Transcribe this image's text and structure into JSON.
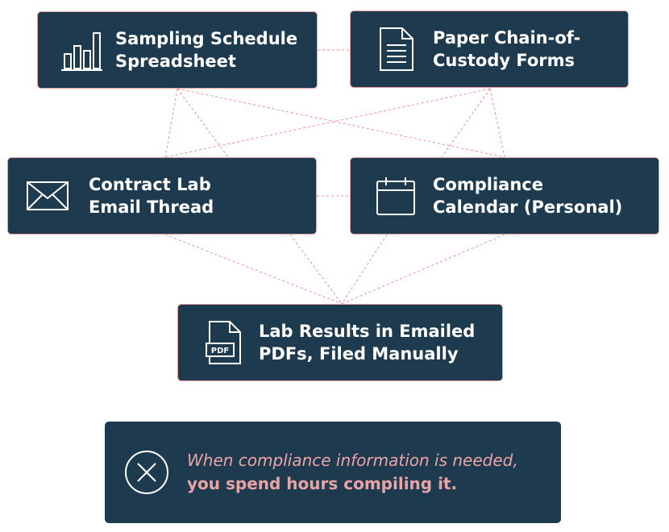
{
  "colors": {
    "box_fill": "#1e3a4e",
    "box_border": "#e8a3a3",
    "connector": "#ee8f8c",
    "callout_text": "#eba4a6"
  },
  "boxes": [
    {
      "id": "spreadsheet",
      "icon": "bar-chart-icon",
      "label": "Sampling Schedule\nSpreadsheet"
    },
    {
      "id": "paper",
      "icon": "document-icon",
      "label": "Paper Chain-of-\nCustody Forms"
    },
    {
      "id": "email",
      "icon": "envelope-icon",
      "label": "Contract Lab\nEmail Thread"
    },
    {
      "id": "calendar",
      "icon": "calendar-icon",
      "label": "Compliance\nCalendar (Personal)"
    },
    {
      "id": "pdf",
      "icon": "pdf-file-icon",
      "label": "Lab Results in Emailed\nPDFs, Filed Manually"
    }
  ],
  "connections": [
    [
      "spreadsheet",
      "paper"
    ],
    [
      "email",
      "calendar"
    ],
    [
      "spreadsheet",
      "email"
    ],
    [
      "spreadsheet",
      "calendar"
    ],
    [
      "paper",
      "email"
    ],
    [
      "paper",
      "calendar"
    ],
    [
      "email",
      "pdf"
    ],
    [
      "calendar",
      "pdf"
    ]
  ],
  "callout": {
    "icon": "x-circle-icon",
    "line1": "When compliance information is needed,",
    "line2": "you spend hours compiling it."
  }
}
